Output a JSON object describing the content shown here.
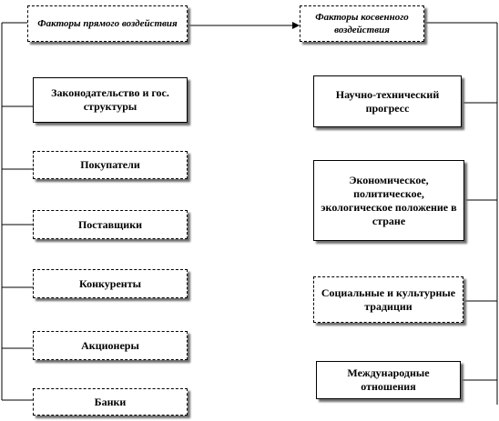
{
  "header_left": "Факторы прямого воздействия",
  "header_right": "Факторы косвенного воздействия",
  "direct_factors": [
    "Законодательство и гос. структуры",
    "Покупатели",
    "Поставщики",
    "Конкуренты",
    "Акционеры",
    "Банки"
  ],
  "indirect_factors": [
    "Научно-технический прогресс",
    "Экономическое, политическое, экологическое положение в стране",
    "Социальные и культурные традиции",
    "Международные отношения"
  ]
}
